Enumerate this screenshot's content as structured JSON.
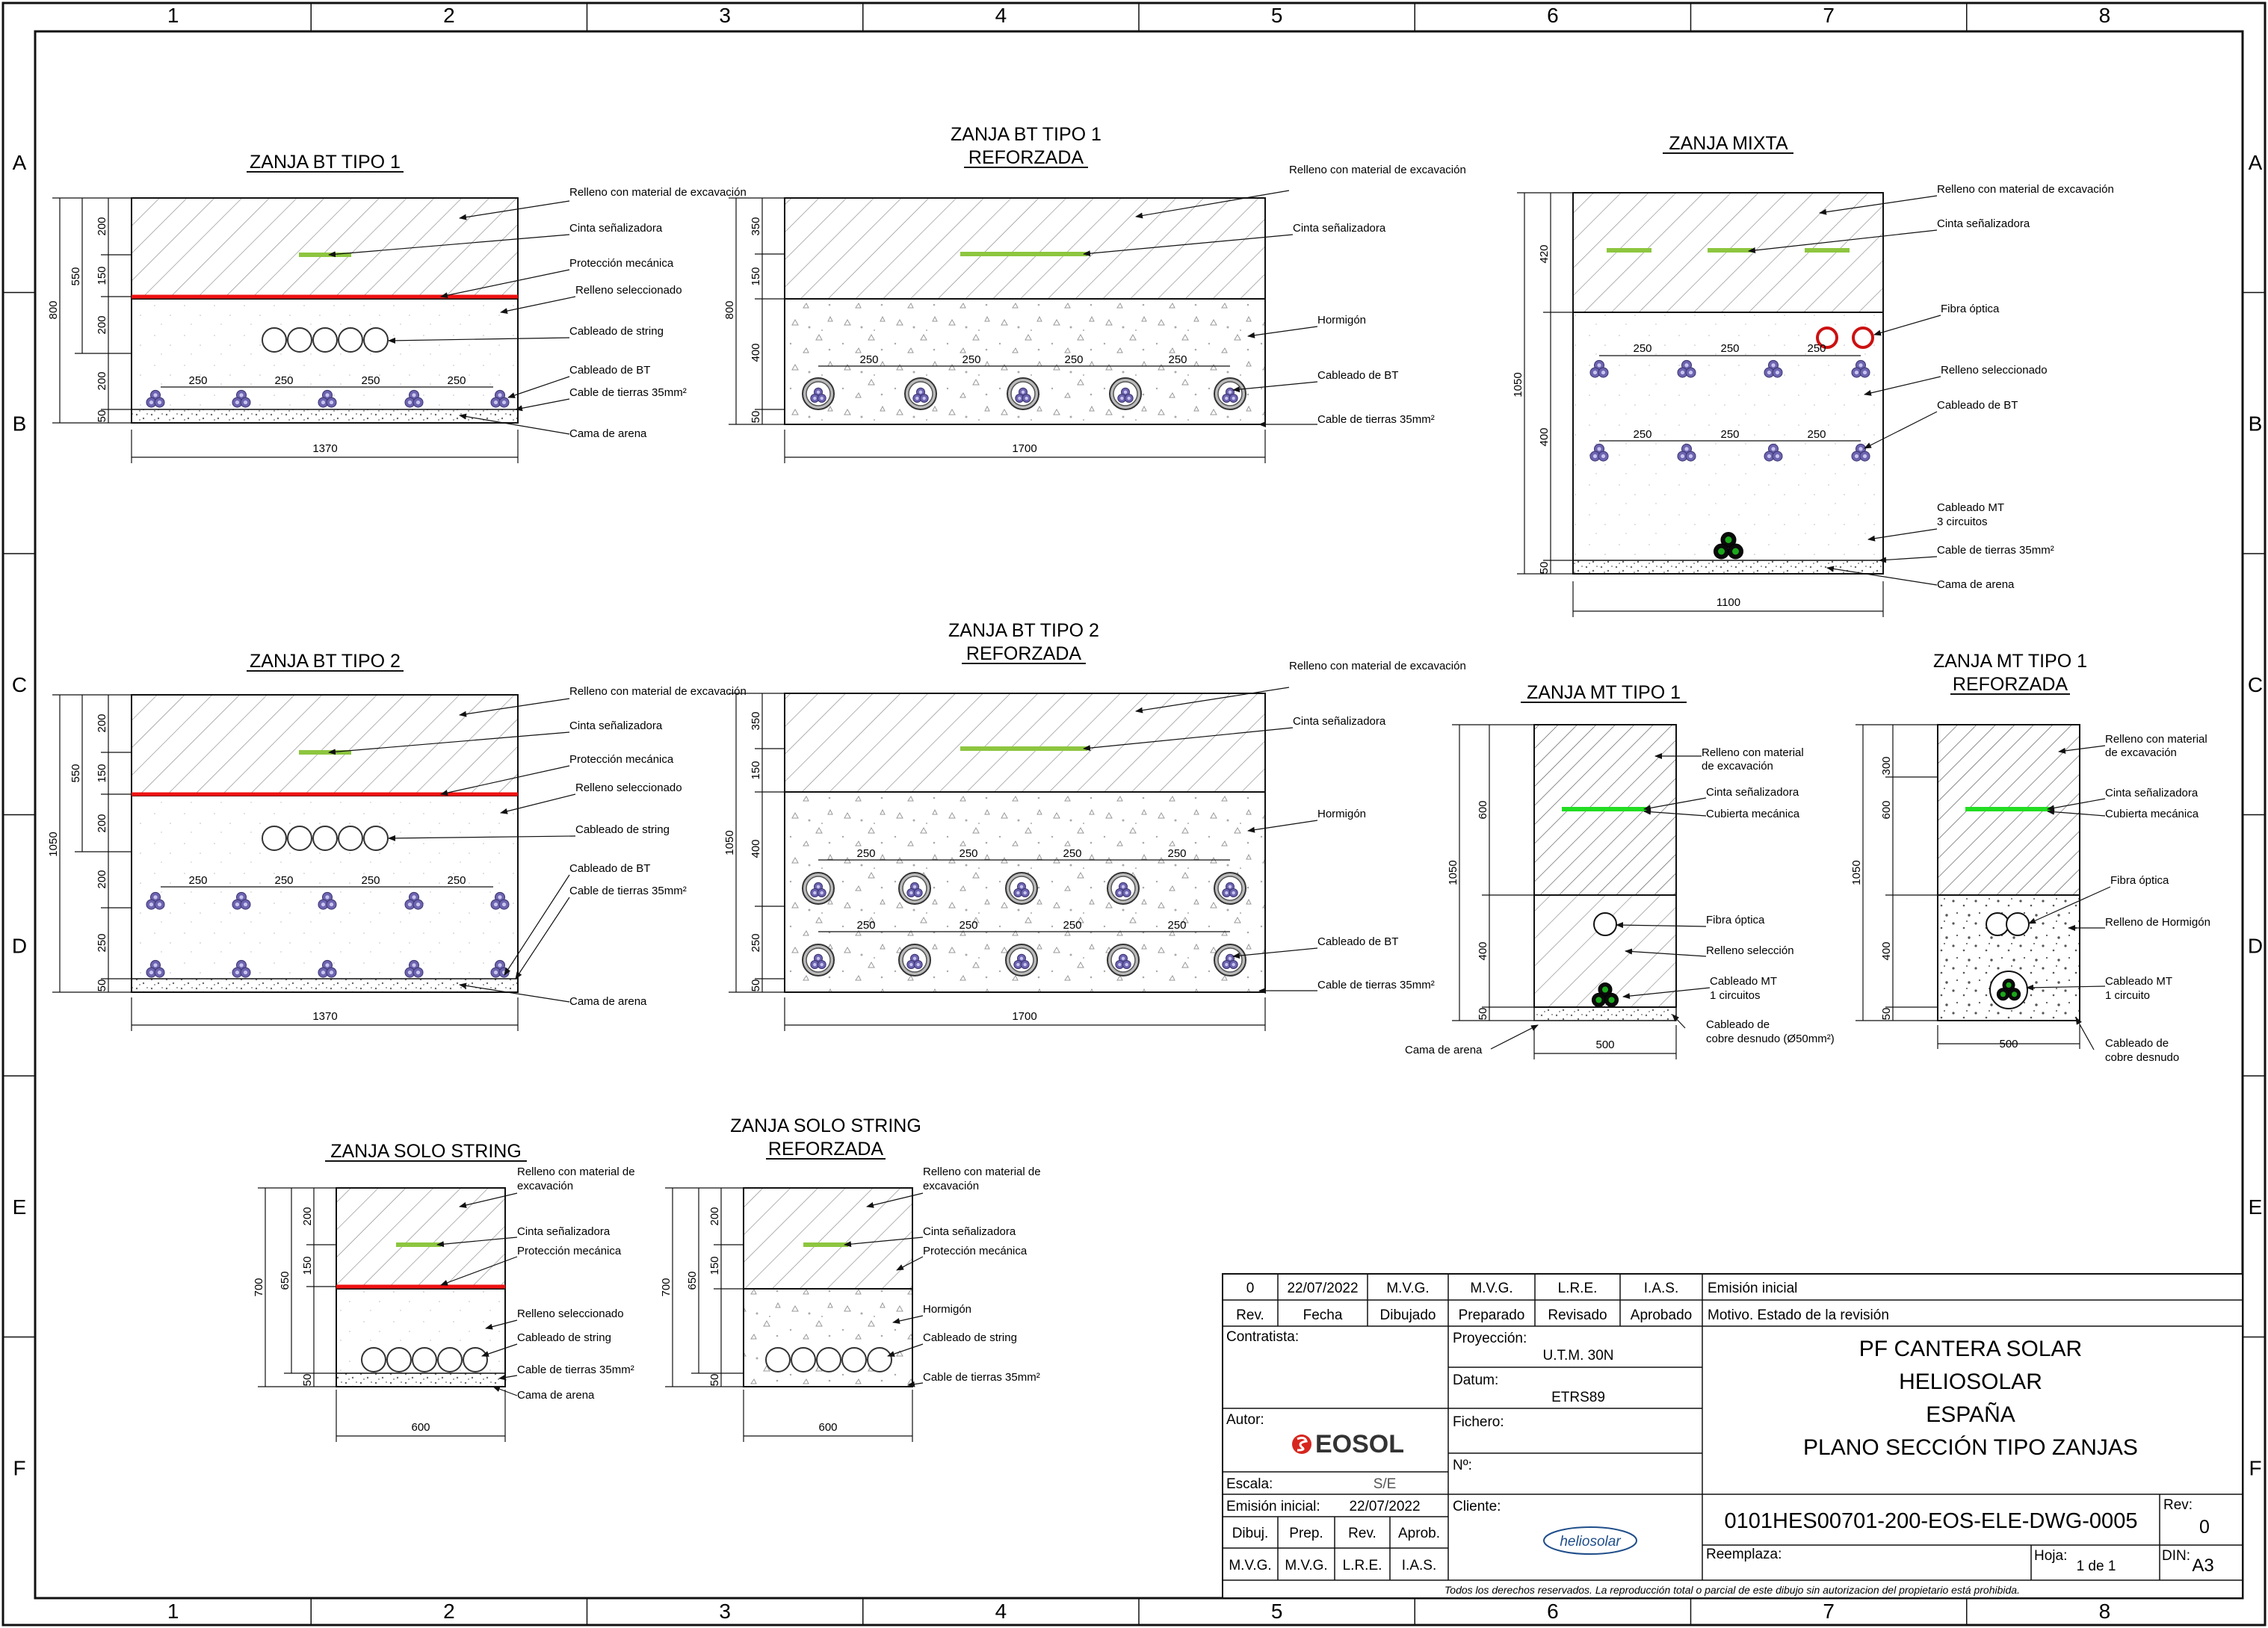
{
  "grid": {
    "cols": [
      "1",
      "2",
      "3",
      "4",
      "5",
      "6",
      "7",
      "8"
    ],
    "rows": [
      "A",
      "B",
      "C",
      "D",
      "E",
      "F"
    ]
  },
  "trenches": {
    "bt1": {
      "title": "ZANJA BT TIPO 1",
      "dims": {
        "total": "800",
        "upper": "550",
        "d1": "200",
        "d2": "150",
        "d3": "200",
        "d4": "200",
        "d5": "50",
        "width": "1370",
        "spacing": "250"
      },
      "labels": [
        "Relleno con material de excavación",
        "Cinta señalizadora",
        "Protección mecánica",
        "Relleno seleccionado",
        "Cableado de string",
        "Cableado de BT",
        "Cable de tierras 35mm²",
        "Cama de arena"
      ]
    },
    "bt1r": {
      "title_l1": "ZANJA BT TIPO 1",
      "title_l2": "REFORZADA",
      "dims": {
        "total": "800",
        "d1": "350",
        "d2": "150",
        "d3": "400",
        "d4": "50",
        "width": "1700",
        "spacing": "250"
      },
      "labels": [
        "Relleno con material de excavación",
        "Cinta señalizadora",
        "Hormigón",
        "Cableado de BT",
        "Cable de tierras 35mm²"
      ]
    },
    "mixta": {
      "title": "ZANJA MIXTA",
      "dims": {
        "total": "1050",
        "d1": "420",
        "d2": "400",
        "d3": "50",
        "width": "1100",
        "spacing": "250"
      },
      "labels": [
        "Relleno con material de excavación",
        "Cinta señalizadora",
        "Fibra óptica",
        "Relleno seleccionado",
        "Cableado de BT",
        "Cableado MT",
        "3 circuitos",
        "Cable de tierras 35mm²",
        "Cama de arena"
      ]
    },
    "bt2": {
      "title": "ZANJA BT TIPO 2",
      "dims": {
        "total": "1050",
        "upper": "550",
        "d1": "200",
        "d2": "150",
        "d3": "200",
        "d4": "200",
        "d5": "250",
        "d6": "50",
        "width": "1370",
        "spacing": "250"
      },
      "labels": [
        "Relleno con material de excavación",
        "Cinta señalizadora",
        "Protección mecánica",
        "Relleno seleccionado",
        "Cableado de string",
        "Cableado de BT",
        "Cable de tierras 35mm²",
        "Cama de arena"
      ]
    },
    "bt2r": {
      "title_l1": "ZANJA BT TIPO 2",
      "title_l2": "REFORZADA",
      "dims": {
        "total": "1050",
        "d1": "350",
        "d2": "150",
        "d3": "400",
        "d4": "250",
        "d5": "50",
        "width": "1700",
        "spacing": "250"
      },
      "labels": [
        "Relleno con material de excavación",
        "Cinta señalizadora",
        "Hormigón",
        "Cableado de BT",
        "Cable de tierras 35mm²"
      ]
    },
    "mt1": {
      "title": "ZANJA MT TIPO 1",
      "dims": {
        "total": "1050",
        "d1": "600",
        "d2": "400",
        "d3": "50",
        "width": "500"
      },
      "labels": [
        "Relleno con material",
        "de excavación",
        "Cinta señalizadora",
        "Cubierta mecánica",
        "Fibra óptica",
        "Relleno selección",
        "Cableado MT",
        "1 circuitos",
        "Cableado de",
        "cobre desnudo (Ø50mm²)",
        "Cama de arena"
      ]
    },
    "mt1r": {
      "title_l1": "ZANJA MT TIPO 1",
      "title_l2": "REFORZADA",
      "dims": {
        "total": "1050",
        "d1": "300",
        "d2": "600",
        "d3": "400",
        "d4": "50",
        "width": "500"
      },
      "labels": [
        "Relleno con material",
        "de excavación",
        "Cinta señalizadora",
        "Cubierta mecánica",
        "Fibra óptica",
        "Relleno de Hormigón",
        "Cableado MT",
        "1 circuito",
        "Cableado de",
        "cobre desnudo"
      ]
    },
    "ss": {
      "title": "ZANJA SOLO STRING",
      "dims": {
        "total": "700",
        "d1": "650",
        "d2": "200",
        "d3": "150",
        "d4": "50",
        "width": "600"
      },
      "labels": [
        "Relleno con material de",
        "excavación",
        "Cinta señalizadora",
        "Protección mecánica",
        "Relleno seleccionado",
        "Cableado de string",
        "Cable de tierras 35mm²",
        "Cama de arena"
      ]
    },
    "ssr": {
      "title_l1": "ZANJA SOLO STRING",
      "title_l2": "REFORZADA",
      "dims": {
        "total": "700",
        "d1": "650",
        "d2": "200",
        "d3": "150",
        "d4": "50",
        "width": "600"
      },
      "labels": [
        "Relleno con material de",
        "excavación",
        "Cinta señalizadora",
        "Protección mecánica",
        "Hormigón",
        "Cableado de string",
        "Cable de tierras 35mm²"
      ]
    }
  },
  "title_block": {
    "rev_row": {
      "rev": "0",
      "fecha": "22/07/2022",
      "dibujado": "M.V.G.",
      "preparado": "M.V.G.",
      "revisado": "L.R.E.",
      "aprobado": "I.A.S.",
      "motivo": "Emisión inicial"
    },
    "headers": {
      "rev": "Rev.",
      "fecha": "Fecha",
      "dibujado": "Dibujado",
      "preparado": "Preparado",
      "revisado": "Revisado",
      "aprobado": "Aprobado",
      "motivo": "Motivo. Estado de la revisión"
    },
    "contratista_label": "Contratista:",
    "proyeccion_label": "Proyección:",
    "proyeccion_value": "U.T.M. 30N",
    "datum_label": "Datum:",
    "datum_value": "ETRS89",
    "autor_label": "Autor:",
    "autor_logo": "EOSOL",
    "fichero_label": "Fichero:",
    "num_label": "Nº:",
    "escala_label": "Escala:",
    "escala_value": "S/E",
    "emision_label": "Emisión inicial:",
    "emision_value": "22/07/2022",
    "sign_headers": [
      "Dibuj.",
      "Prep.",
      "Rev.",
      "Aprob."
    ],
    "sign_values": [
      "M.V.G.",
      "M.V.G.",
      "L.R.E.",
      "I.A.S."
    ],
    "cliente_label": "Cliente:",
    "cliente_logo": "heliosolar",
    "project_lines": [
      "PF CANTERA SOLAR",
      "HELIOSOLAR",
      "ESPAÑA",
      "PLANO SECCIÓN TIPO ZANJAS"
    ],
    "code": "0101HES00701-200-EOS-ELE-DWG-0005",
    "rev_label": "Rev:",
    "rev_value": "0",
    "reemplaza_label": "Reemplaza:",
    "hoja_label": "Hoja:",
    "hoja_value": "1 de 1",
    "din_label": "DIN:",
    "din_value": "A3",
    "footer": "Todos los derechos reservados. La reproducción total o parcial de este dibujo sin autorizacion del propietario está prohibida."
  },
  "colors": {
    "tape": "#8dc63f",
    "tape_mt": "#22dd22",
    "protection": "#ee1111",
    "fiber": "#cc1111",
    "cable_bt": "#6d64b0",
    "cable_mt": "#0a0a0a",
    "eosol_red": "#d7261e",
    "heliosolar": "#1f4e8a"
  }
}
